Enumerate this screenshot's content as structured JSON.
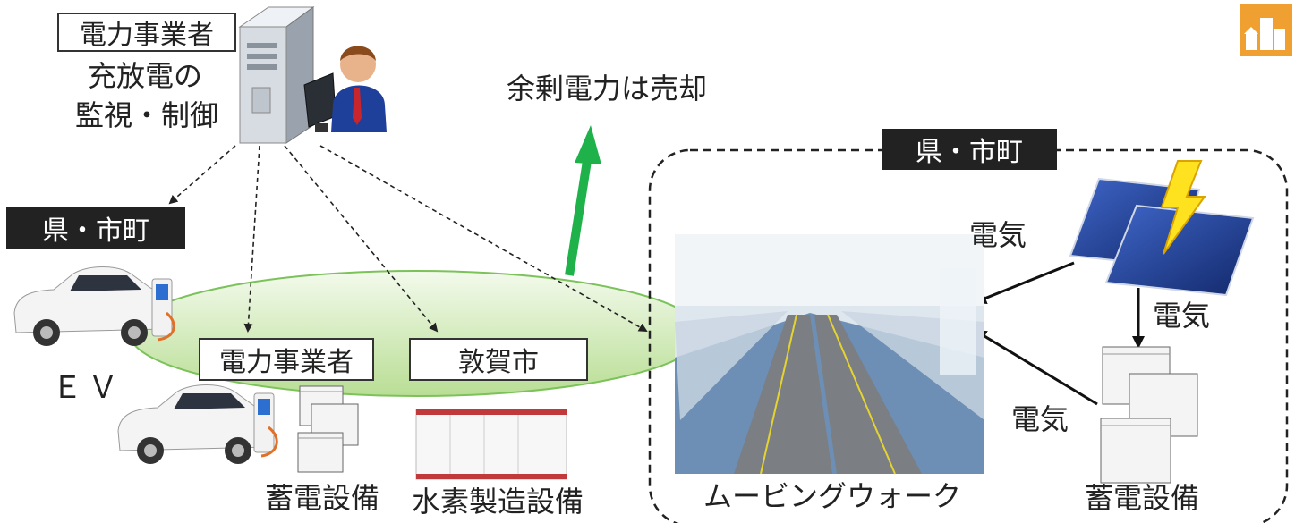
{
  "operator": {
    "label": "電力事業者",
    "monitor_line1": "充放電の",
    "monitor_line2": "監視・制御"
  },
  "sell_surplus": "余剰電力は売却",
  "left_owner": "県・市町",
  "ev_label": "ＥＶ",
  "center_operator": "電力事業者",
  "city": "敦賀市",
  "storage_left": "蓄電設備",
  "hydrogen": "水素製造設備",
  "right_owner": "県・市町",
  "walkway": "ムービングウォーク",
  "storage_right": "蓄電設備",
  "electricity_1": "電気",
  "electricity_2": "電気",
  "electricity_3": "電気",
  "colors": {
    "ellipse_fill": "#c9e6a8",
    "ellipse_stroke": "#7cc25a",
    "green_arrow": "#1fb24a",
    "icon_bg": "#f0a030",
    "label_dark_bg": "#222222"
  },
  "icons": [
    "computer-tower-icon",
    "operator-person-icon",
    "ev-car-icon",
    "ev-charger-icon",
    "battery-storage-icon",
    "hydrogen-unit-icon",
    "solar-panel-icon",
    "lightning-icon",
    "city-buildings-icon"
  ]
}
